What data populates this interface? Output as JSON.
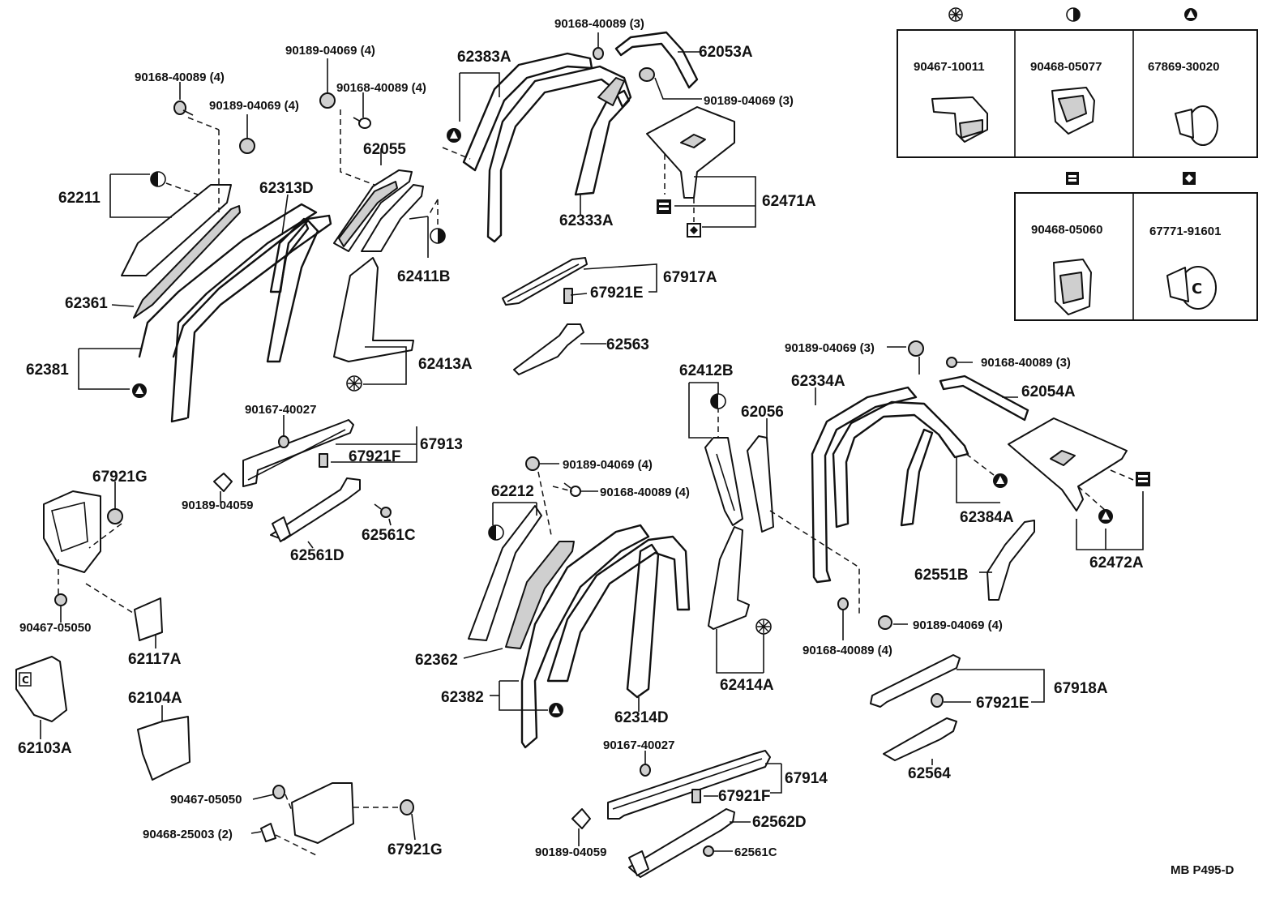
{
  "diagram_code": "MB P495-D",
  "legend": {
    "top_row": [
      {
        "symbol": "asterisk",
        "part": "90467-10011"
      },
      {
        "symbol": "half-circle",
        "part": "90468-05077"
      },
      {
        "symbol": "triangle",
        "part": "67869-30020"
      }
    ],
    "bottom_row": [
      {
        "symbol": "square-clip",
        "part": "90468-05060"
      },
      {
        "symbol": "diamond",
        "part": "67771-91601"
      }
    ]
  },
  "labels": {
    "l62211": "62211",
    "l62361": "62361",
    "l62381": "62381",
    "l62313D": "62313D",
    "l90168_4a": "90168-40089 (4)",
    "l90189_4a": "90189-04069 (4)",
    "l90189_4b": "90189-04069 (4)",
    "l90168_4b": "90168-40089 (4)",
    "l62055": "62055",
    "l62411B": "62411B",
    "l62413A": "62413A",
    "l62383A": "62383A",
    "l62333A": "62333A",
    "l90168_3a": "90168-40089 (3)",
    "l62053A": "62053A",
    "l90189_3a": "90189-04069 (3)",
    "l62471A": "62471A",
    "l67917A": "67917A",
    "l67921E_a": "67921E",
    "l62563": "62563",
    "l90167_a": "90167-40027",
    "l67913": "67913",
    "l67921F_a": "67921F",
    "l90189_04059_a": "90189-04059",
    "l62561C_a": "62561C",
    "l62561D": "62561D",
    "l67921G_a": "67921G",
    "l90467_05050_a": "90467-05050",
    "l62117A": "62117A",
    "l62103A": "62103A",
    "l62104A": "62104A",
    "l90467_05050_b": "90467-05050",
    "l90468_25003": "90468-25003 (2)",
    "l67921G_b": "67921G",
    "l90189_4c": "90189-04069 (4)",
    "l90168_4c": "90168-40089 (4)",
    "l62212": "62212",
    "l62362": "62362",
    "l62382": "62382",
    "l62314D": "62314D",
    "l62412B": "62412B",
    "l62056": "62056",
    "l62414A": "62414A",
    "l62334A": "62334A",
    "l90189_3b": "90189-04069 (3)",
    "l90168_3b": "90168-40089 (3)",
    "l62054A": "62054A",
    "l62384A": "62384A",
    "l62551B": "62551B",
    "l62472A": "62472A",
    "l90189_4d": "90189-04069 (4)",
    "l90168_4d": "90168-40089 (4)",
    "l67918A": "67918A",
    "l67921E_b": "67921E",
    "l62564": "62564",
    "l90167_b": "90167-40027",
    "l67914": "67914",
    "l67921F_b": "67921F",
    "l62562D": "62562D",
    "l90189_04059_b": "90189-04059",
    "l62561C_b": "62561C"
  }
}
